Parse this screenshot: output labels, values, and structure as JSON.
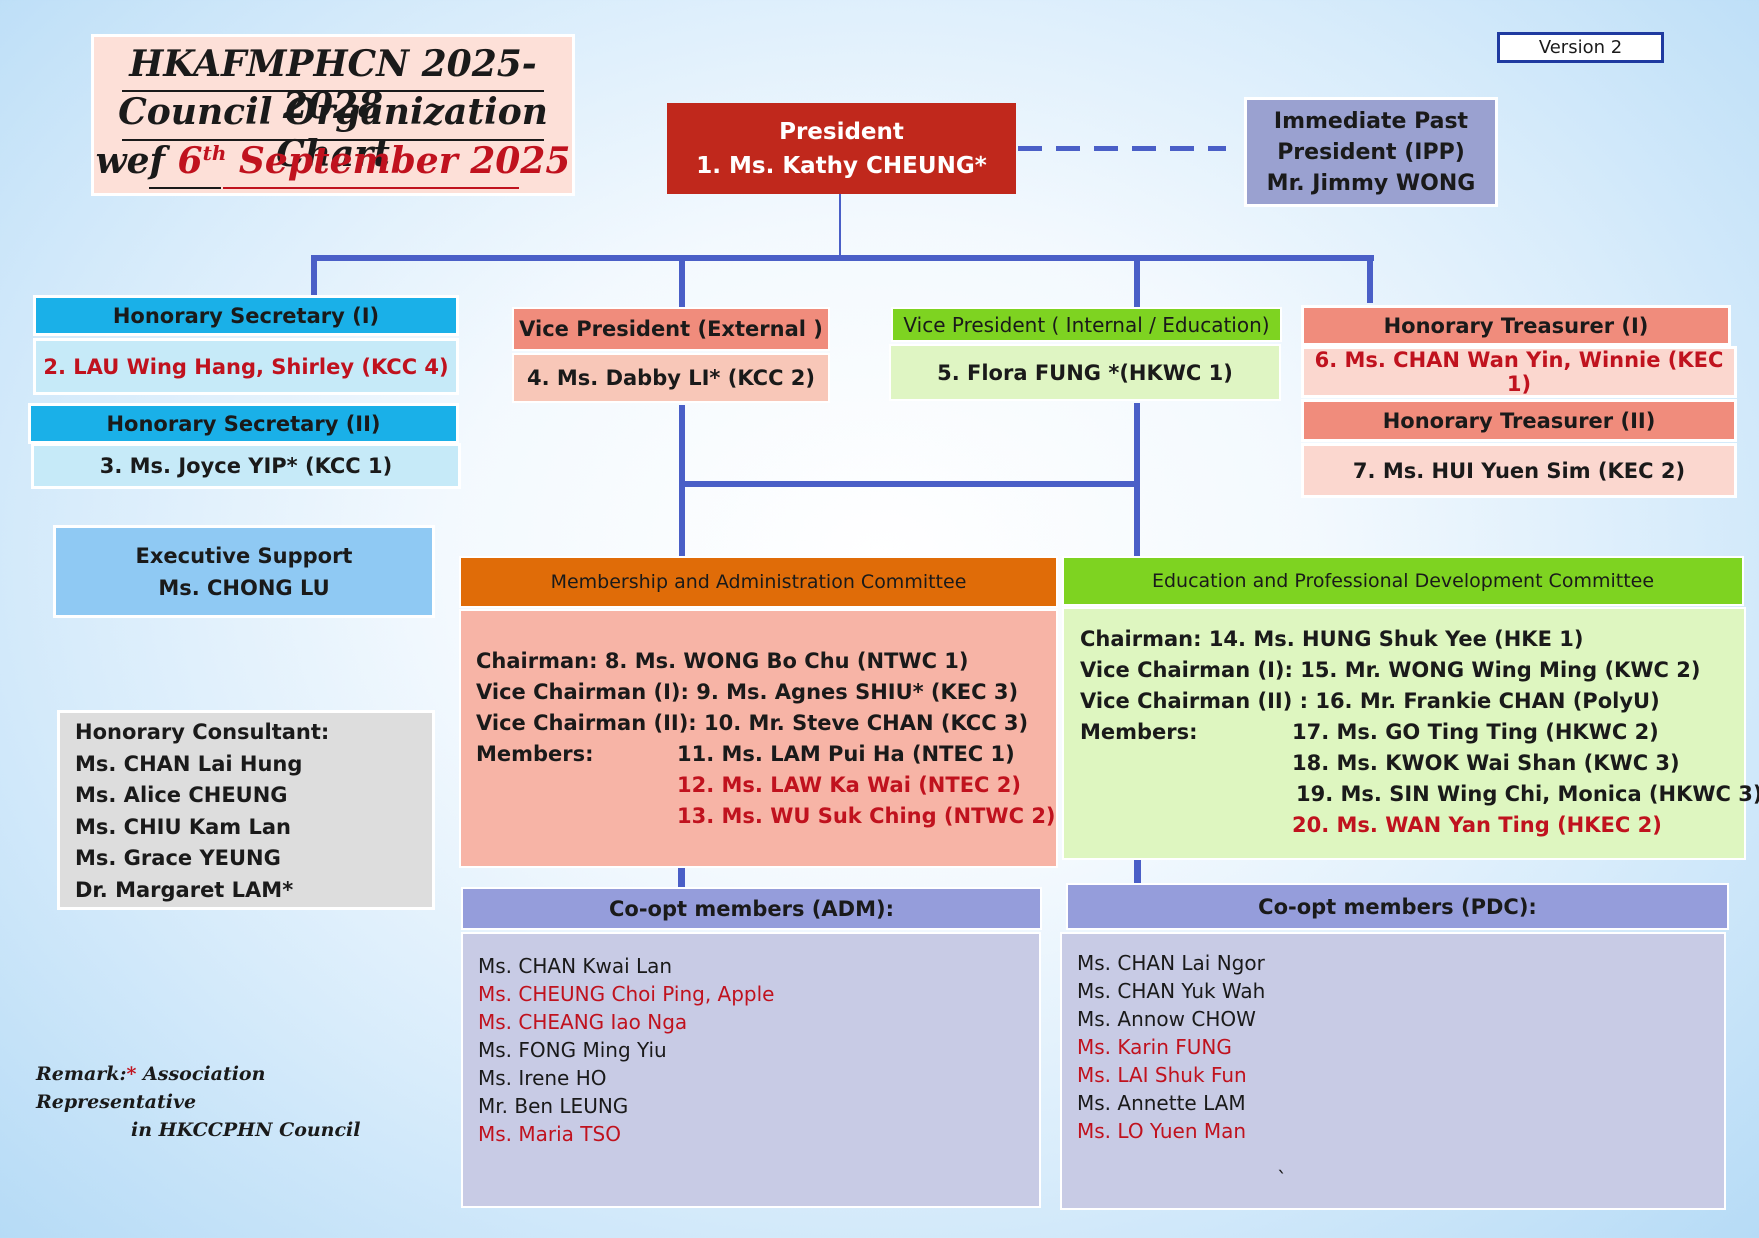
{
  "title": {
    "line1": "HKAFMPHCN 2025-2028",
    "line2": "Council Organization Chart",
    "wef": "wef",
    "date_day": "6",
    "date_suffix": "th",
    "date_rest": "September 2025"
  },
  "version": "Version 2",
  "president": {
    "title": "President",
    "name": "1.  Ms. Kathy CHEUNG*"
  },
  "ipp": {
    "line1": "Immediate Past",
    "line2": "President (IPP)",
    "line3": "Mr. Jimmy WONG"
  },
  "secretary1": {
    "title": "Honorary Secretary (I)",
    "name": "2. LAU Wing Hang, Shirley (KCC 4)"
  },
  "secretary2": {
    "title": "Honorary Secretary (II)",
    "name": "3. Ms. Joyce YIP* (KCC 1)"
  },
  "vp_external": {
    "title": "Vice President (External )",
    "name": "4. Ms. Dabby LI* (KCC 2)"
  },
  "vp_internal": {
    "title": "Vice President ( Internal / Education)",
    "name": "5. Flora FUNG *(HKWC 1)"
  },
  "treasurer1": {
    "title": "Honorary Treasurer (I)",
    "name": "6. Ms. CHAN Wan Yin, Winnie (KEC 1)"
  },
  "treasurer2": {
    "title": "Honorary Treasurer (II)",
    "name": "7. Ms. HUI Yuen Sim (KEC 2)"
  },
  "executive_support": {
    "title": "Executive Support",
    "name": "Ms. CHONG LU"
  },
  "consultant": {
    "title": "Honorary Consultant:",
    "names": [
      "Ms. CHAN Lai Hung",
      "Ms. Alice CHEUNG",
      "Ms. CHIU Kam Lan",
      "Ms. Grace YEUNG",
      "Dr. Margaret LAM*"
    ]
  },
  "adm": {
    "title": "Membership and Administration Committee",
    "rows": [
      {
        "role": "Chairman: ",
        "name": "8. Ms. WONG Bo Chu (NTWC 1)"
      },
      {
        "role": "Vice Chairman (I): ",
        "name": "9. Ms. Agnes SHIU* (KEC 3)"
      },
      {
        "role": "Vice Chairman (II): ",
        "name": "10. Mr. Steve CHAN (KCC 3)"
      },
      {
        "role": "Members:",
        "name": "11. Ms. LAM Pui Ha (NTEC 1)"
      },
      {
        "role": "",
        "name": "12. Ms. LAW Ka Wai (NTEC 2)"
      },
      {
        "role": "",
        "name": "13. Ms. WU Suk Ching (NTWC 2)"
      }
    ]
  },
  "pdc": {
    "title": "Education and Professional Development Committee",
    "rows": [
      {
        "role": "Chairman:  ",
        "name": "14. Ms. HUNG Shuk Yee (HKE 1)"
      },
      {
        "role": "Vice Chairman (I):  ",
        "name": "15. Mr. WONG Wing Ming (KWC 2)"
      },
      {
        "role": "Vice Chairman (II) : ",
        "name": "16. Mr. Frankie CHAN (PolyU)"
      },
      {
        "role": "Members:",
        "name": "17. Ms. GO Ting Ting  (HKWC 2)"
      },
      {
        "role": "",
        "name": "18. Ms. KWOK Wai Shan (KWC 3)"
      },
      {
        "role": "",
        "name": "19. Ms. SIN Wing Chi, Monica (HKWC 3)"
      },
      {
        "role": "",
        "name": "20. Ms. WAN Yan Ting (HKEC 2)"
      }
    ]
  },
  "coopt_adm": {
    "title": "Co-opt members (ADM):",
    "members": [
      "Ms. CHAN Kwai Lan",
      "Ms. CHEUNG Choi Ping, Apple",
      "Ms. CHEANG Iao Nga",
      "Ms. FONG Ming Yiu",
      "Ms. Irene HO",
      "Mr. Ben LEUNG",
      "Ms. Maria TSO"
    ]
  },
  "coopt_pdc": {
    "title": "Co-opt members (PDC):",
    "members": [
      "Ms. CHAN Lai Ngor",
      "Ms. CHAN Yuk Wah",
      "Ms. Annow CHOW",
      "Ms. Karin FUNG",
      "Ms. LAI Shuk Fun",
      "Ms. Annette LAM",
      "Ms. LO Yuen Man"
    ],
    "stray_mark": "`"
  },
  "remark": {
    "label": "Remark:",
    "star": "*",
    "text1": " Association Representative",
    "text2": "in HKCCPHN Council"
  },
  "colors": {
    "highlight": "#c0121e",
    "connector": "#4a5fc7",
    "president": "#c0281c"
  }
}
